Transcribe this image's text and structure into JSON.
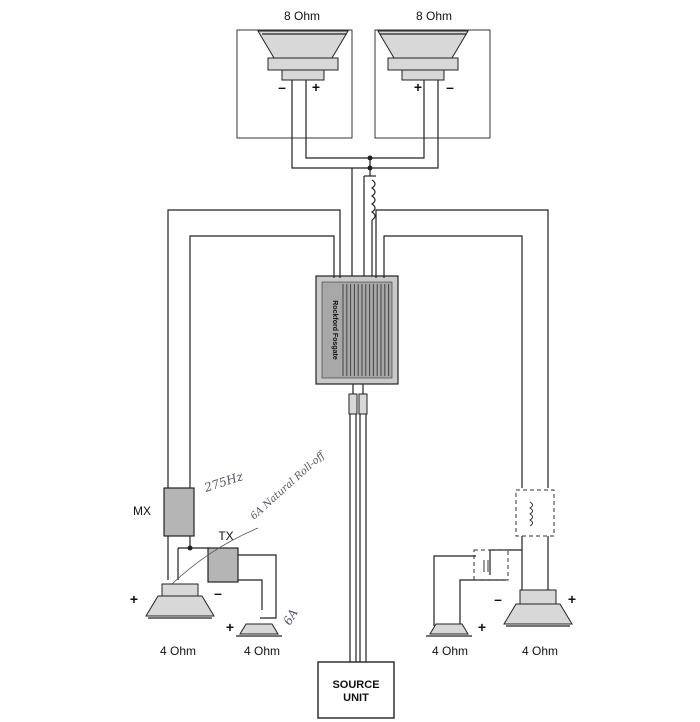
{
  "top_speakers": {
    "left_label": "8 Ohm",
    "right_label": "8 Ohm",
    "left_minus": "–",
    "left_plus": "+",
    "right_plus": "+",
    "right_minus": "–"
  },
  "amplifier": {
    "brand": "Rockford Fosgate"
  },
  "source_unit": {
    "line1": "SOURCE",
    "line2": "UNIT"
  },
  "left_side": {
    "mx_label": "MX",
    "tx_label": "TX",
    "speaker_label": "4 Ohm",
    "tweeter_label": "4 Ohm",
    "speaker_plus": "+",
    "speaker_minus": "–",
    "tweeter_plus": "+"
  },
  "right_side": {
    "tweeter_label": "4 Ohm",
    "speaker_label": "4 Ohm",
    "speaker_minus": "–",
    "speaker_plus": "+",
    "tweeter_plus": "+"
  },
  "handwritten": {
    "freq_note": "275Hz",
    "order_note": "6A Natural Roll-off",
    "tweeter_note": "6A"
  },
  "colors": {
    "ink": "#222222",
    "crossover_fill": "#b5b5b5",
    "amp_fill": "#c9c9c9",
    "pencil": "#555566"
  }
}
